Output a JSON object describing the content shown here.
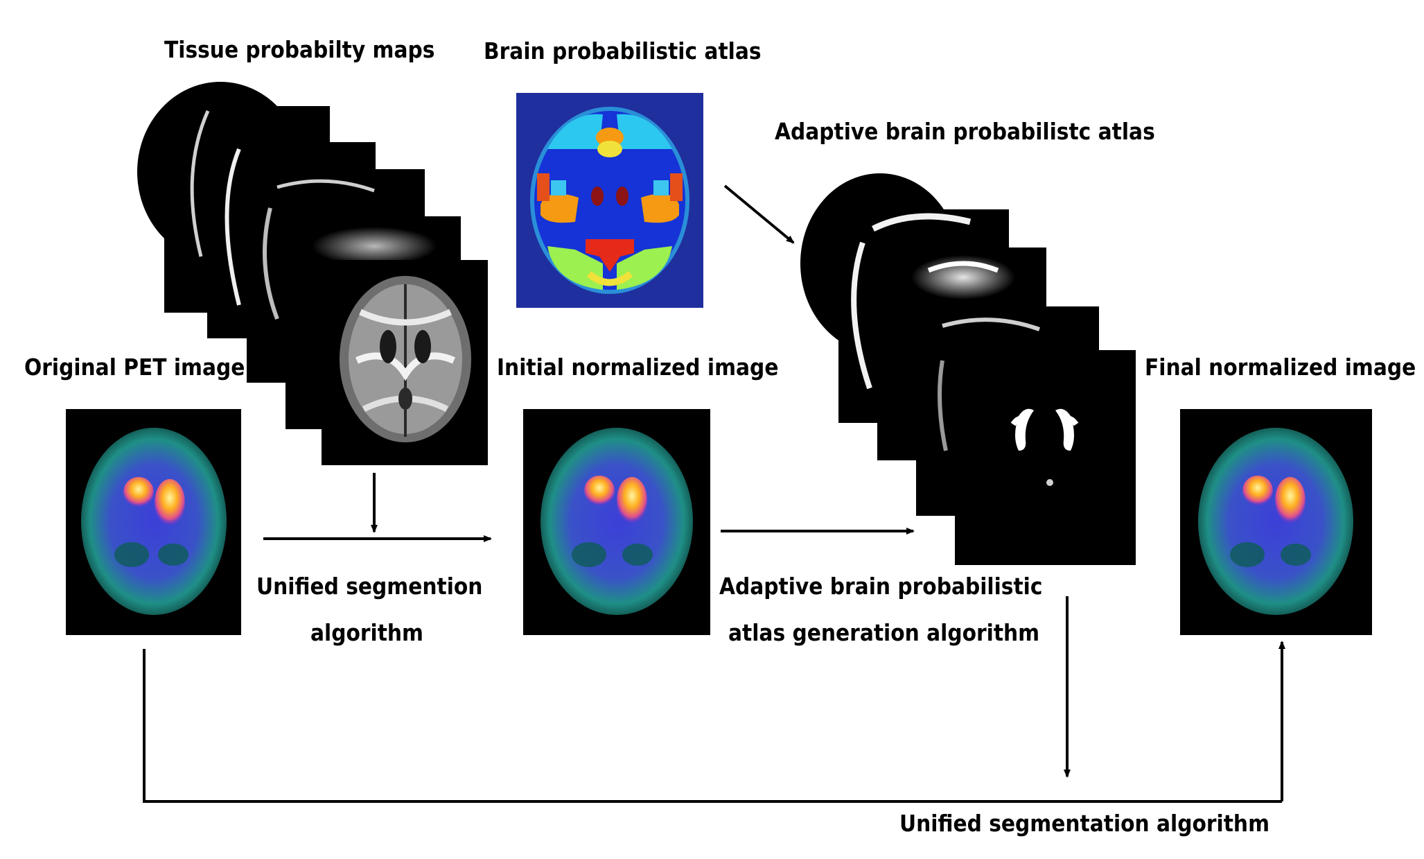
{
  "labels": {
    "tissue_maps": "Tissue probabilty maps",
    "brain_atlas": "Brain probabilistic atlas",
    "adaptive_atlas": "Adaptive brain probabilistc atlas",
    "original_pet": "Original PET image",
    "initial_normalized": "Initial normalized image",
    "final_normalized": "Final normalized image",
    "unified_seg_1a": "Unified segmention",
    "unified_seg_1b": "algorithm",
    "adaptive_gen_a": "Adaptive brain probabilistic",
    "adaptive_gen_b": "atlas generation algorithm",
    "unified_seg_2": "Unified segmentation algorithm"
  },
  "colors": {
    "arrow": "#000000",
    "atlas_blue": "#1533d6",
    "atlas_cyan": "#2cc8f0",
    "atlas_green": "#9cf050",
    "atlas_orange": "#f59a12",
    "atlas_red": "#e52a1a",
    "atlas_darkred": "#8c1414",
    "pet_teal": "#1f8f86",
    "pet_purple": "#5b3ae0",
    "pet_hot": "#ffb020"
  }
}
